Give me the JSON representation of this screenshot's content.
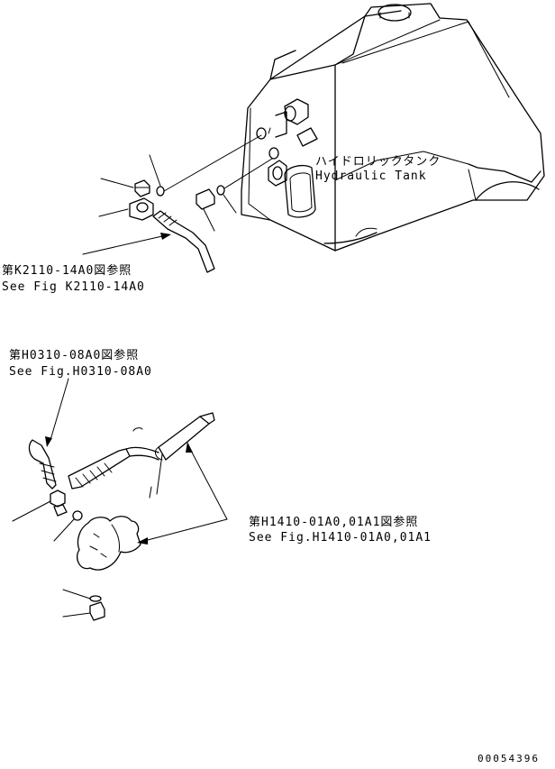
{
  "labels": {
    "tank_jp": "ハイドロリックタンク",
    "tank_en": "Hydraulic Tank",
    "ref_k2110_jp": "第K2110-14A0図参照",
    "ref_k2110_en": "See Fig K2110-14A0",
    "ref_h0310_jp": "第H0310-08A0図参照",
    "ref_h0310_en": "See Fig.H0310-08A0",
    "ref_h1410_jp": "第H1410-01A0,01A1図参照",
    "ref_h1410_en": "See Fig.H1410-01A0,01A1",
    "drawing_number": "00054396"
  },
  "colors": {
    "line": "#000000",
    "background": "#ffffff"
  }
}
